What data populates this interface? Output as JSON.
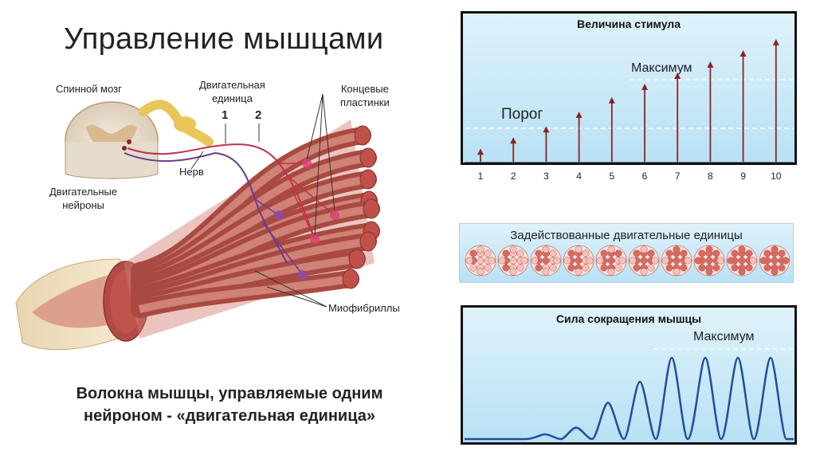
{
  "title": "Управление мышцами",
  "caption": {
    "line1": "Волокна мышцы, управляемые одним",
    "line2": "нейроном - «двигательная единица»"
  },
  "anatomy": {
    "spinal_cord": "Спинной мозг",
    "motor_unit_line1": "Двигательная",
    "motor_unit_line2": "единица",
    "unit1": "1",
    "unit2": "2",
    "end_plates_line1": "Концевые",
    "end_plates_line2": "пластинки",
    "nerve": "Нерв",
    "motor_neurons_line1": "Двигательные",
    "motor_neurons_line2": "нейроны",
    "myofibrils": "Миофибриллы"
  },
  "stimulus_panel": {
    "title": "Величина стимула",
    "threshold_label": "Порог",
    "maximum_label": "Максимум",
    "ticks": [
      "1",
      "2",
      "3",
      "4",
      "5",
      "6",
      "7",
      "8",
      "9",
      "10"
    ],
    "arrow_heights": [
      0.12,
      0.22,
      0.32,
      0.45,
      0.58,
      0.7,
      0.8,
      0.9,
      1.0,
      1.1
    ],
    "arrow_color": "#8b2323"
  },
  "recruitment_panel": {
    "title": "Задействованные двигательные единицы",
    "recruited_fraction": [
      0.15,
      0.25,
      0.35,
      0.45,
      0.55,
      0.65,
      0.75,
      0.9,
      0.95,
      1.0
    ]
  },
  "force_panel": {
    "title": "Сила сокращения мышцы",
    "maximum_label": "Максимум",
    "peak_levels": [
      0.05,
      0.12,
      0.38,
      0.6,
      0.85,
      0.85,
      0.85,
      0.85
    ],
    "line_color": "#1f4fa0"
  }
}
